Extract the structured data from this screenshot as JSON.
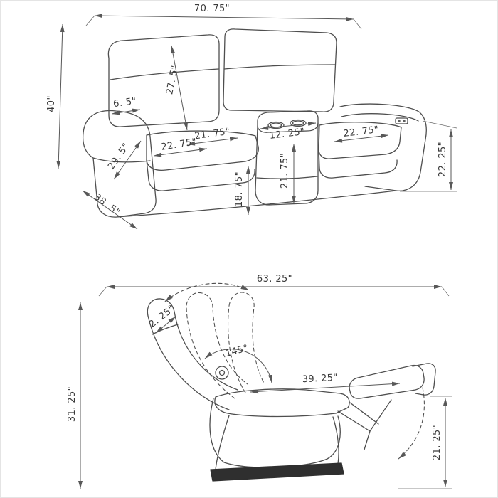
{
  "page": {
    "background": "#ffffff",
    "line_color": "#4e4e4e",
    "text_color": "#3a3a3a"
  },
  "loveseat_view": {
    "name": "power-loveseat-with-console-front-view",
    "dimensions": {
      "overall_width": "70. 75\"",
      "overall_height": "40\"",
      "back_cushion_height": "27. 5\"",
      "arm_top_width": "6. 5\"",
      "seat_width": "21. 75\"",
      "seat_depth": "22. 75\"",
      "arm_height": "29. 5\"",
      "overall_depth": "38. 5\"",
      "seat_height": "18. 75\"",
      "console_width": "12. 25\"",
      "console_height": "21. 75\"",
      "right_seat_depth": "22. 75\"",
      "right_arm_height": "22. 25\""
    }
  },
  "recliner_view": {
    "name": "recliner-reclined-side-view",
    "dimensions": {
      "reclined_length": "63. 25\"",
      "wall_clearance": "2. 25\"",
      "recline_angle": "145°",
      "seat_to_footrest_length": "39. 25\"",
      "back_height": "31. 25\"",
      "reclined_height": "21. 25\""
    }
  }
}
